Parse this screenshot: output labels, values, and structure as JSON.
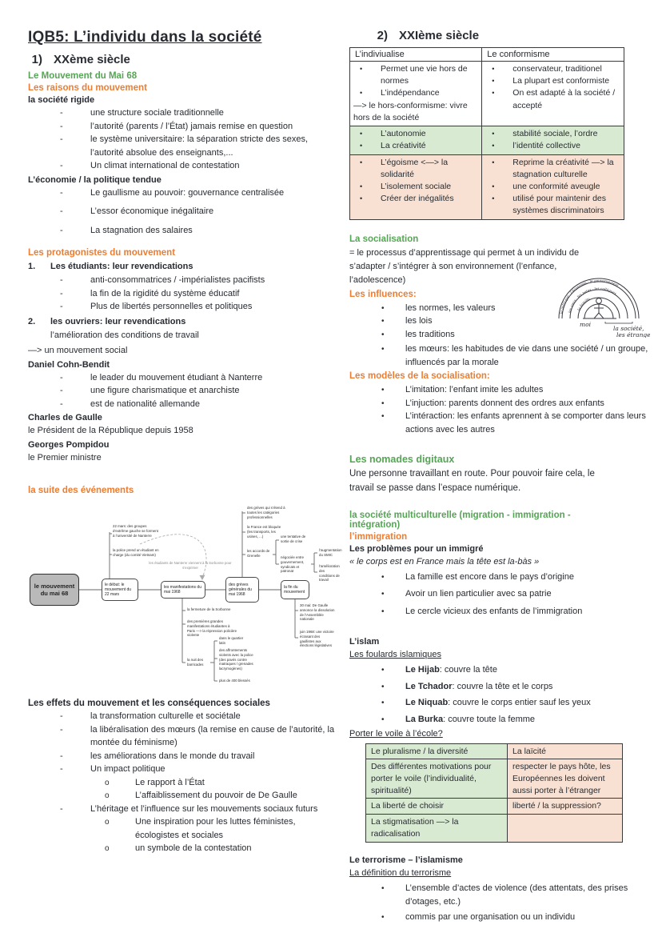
{
  "title": "IQB5: L’individu dans la société",
  "left": {
    "section": {
      "num": "1)",
      "label": "XXème siècle"
    },
    "mai68_heading": "Le Mouvement du Mai 68",
    "raisons_heading": "Les raisons du mouvement",
    "rigide_heading": "la société rigide",
    "rigide_items": [
      "une structure sociale traditionnelle",
      "l’autorité (parents / l’État) jamais remise en question",
      "le système universitaire: la séparation stricte des sexes, l’autorité absolue des enseignants,...",
      "Un climat international de contestation"
    ],
    "economie_heading": "L’économie / la politique tendue",
    "economie_items": [
      "Le gaullisme au pouvoir: gouvernance centralisée",
      "L’essor économique inégalitaire",
      "La stagnation des salaires"
    ],
    "protagonistes_heading": "Les protagonistes du mouvement",
    "etudiants": {
      "num": "1.",
      "title": "Les étudiants: leur revendications",
      "items": [
        "anti-consommatrices / -impérialistes pacifists",
        "la fin de la rigidité du système éducatif",
        "Plus de libertés personnelles et politiques"
      ]
    },
    "ouvriers": {
      "num": "2.",
      "title": "les ouvriers: leur revendications",
      "sub": "l’amélioration des conditions de travail"
    },
    "arrow_social": "—> un mouvement social",
    "cohn": {
      "title": "Daniel Cohn-Bendit",
      "items": [
        "le leader du mouvement étudiant à Nanterre",
        "une figure charismatique et anarchiste",
        "est de nationalité allemande"
      ]
    },
    "gaulle": {
      "title": "Charles de Gaulle",
      "text": "le Président de la République depuis 1958"
    },
    "pompidou": {
      "title": "Georges Pompidou",
      "text": "le Premier ministre"
    },
    "suite_heading": "la suite des événements",
    "diagram": {
      "root": "le mouvement du mai 68",
      "n1": "le début: le mouvement du 22 mars",
      "n1a": "22 mars: des groupes d’extrême gauche se forment à l’université de Nanterre",
      "n1b": "la police prend un étudiant en charge (du comité Vietnam)",
      "note": "les étudiants de Nanterre viennent à la Sorbonne pour s’exprimer",
      "n2": "les manifestations du mai 1968",
      "n2a": "la fermeture de la Sorbonne",
      "n2b": "des premières grandes manifestations étudiantes à Paris —> la répression policière violente",
      "n2c": "la nuit des barricades",
      "n2c1": "dans le quartier latin",
      "n2c2": "des affrontements violents avec la police (des pavés contre matraques / grenades lacrymogènes)",
      "n2c3": "plus de 400 blessés",
      "n3": "des grèves générales du mai 1968",
      "n3a": "des grèves qui s’étend à toutes les catégories professionnelles",
      "n3b": "la France est bloquée (les transports, les usines, ...)",
      "n3c": "les accords de Grenelle",
      "n3c1": "une tentative de sortie de crise",
      "n3c2": "négociée entre gouvernement, syndicats et patronat",
      "n3c2a": "l’augmentation du SMIC",
      "n3c2b": "l’amélioration des conditions de travail",
      "n4": "la fin du mouvement",
      "n4a": "30 mai: De Gaulle annonce la dissolution de l’Assemblée nationale",
      "n4b": "juin 1968: une victoire écrasant des gaullistes aux élections législatives"
    },
    "effets_heading": "Les effets du mouvement et les conséquences sociales",
    "effets_items": [
      {
        "text": "la transformation culturelle et sociétale"
      },
      {
        "text": "la libéralisation des mœurs (la remise en cause de l’autorité, la montée du féminisme)"
      },
      {
        "text": "les améliorations dans le monde du travail"
      },
      {
        "text": "Un impact politique"
      },
      {
        "text": "Le rapport à l’État"
      },
      {
        "text": "L’affaiblissement du pouvoir de De Gaulle"
      },
      {
        "text": "L’héritage et l’influence sur les mouvements sociaux futurs"
      },
      {
        "text": "Une inspiration pour les luttes féministes, écologistes et sociales"
      },
      {
        "text": "un symbole de la contestation"
      }
    ]
  },
  "right": {
    "section": {
      "num": "2)",
      "label": "XXIème siècle"
    },
    "table1": {
      "col1_header": "L’indiviualise",
      "col2_header": "Le conformisme",
      "r1_left_bullets": [
        "Permet une vie hors de normes",
        "L’indépendance"
      ],
      "r1_left_note": "—> le hors-conformisme: vivre hors de la société",
      "r1_right_bullets": [
        "conservateur, traditionel",
        "La plupart est conformiste",
        "On est adapté à la société / accepté"
      ],
      "r2_left_bullets": [
        "L’autonomie",
        "La créativité"
      ],
      "r2_right_bullets": [
        "stabilité sociale, l’ordre",
        "l’identité collective"
      ],
      "r3_left_bullets": [
        "L’égoisme <—> la solidarité",
        "L’isolement sociale",
        "Créer der inégalités"
      ],
      "r3_right_bullets": [
        "Reprime la créativité —> la stagnation culturelle",
        "une conformité aveugle",
        "utilisé pour maintenir des systèmes discriminatoirs"
      ]
    },
    "social_heading": "La socialisation",
    "social_def": "= le processus d’apprentissage qui permet à un individu de s’adapter / s’intégrer à son environnement (l’enfance, l’adolescence)",
    "influences_heading": "Les influences:",
    "influences_items": [
      "les normes, les valeurs",
      "les lois",
      "les traditions",
      "les mœurs: les habitudes de vie dans une société / un groupe, influencés par la morale"
    ],
    "modeles_heading": "Les modèles de la socialisation:",
    "modeles_items": [
      "L’imitation: l’enfant imite les adultes",
      "L’injuction: parents donnent des ordres aux enfants",
      "L’intéraction: les enfants aprennent à se comporter dans leurs actions avec les autres"
    ],
    "sketch": {
      "moi": "moi",
      "societe_1": "la société,",
      "societe_2": "les étrangers",
      "arc_outer": "la politique · l’économie · le gouvernement",
      "arc_mid": "les amis · les potes · les collègues",
      "arc_inner": "la famille"
    },
    "nomades_heading": "Les nomades digitaux",
    "nomades_text": "Une personne travaillant en route. Pour pouvoir faire cela, le travail se passe dans l’espace numérique.",
    "multi_heading": "la société multiculturelle (migration - immigration - intégration)",
    "immigration_heading": "l’immigration",
    "problemes_heading": "Les problèmes pour un immigré",
    "problemes_quote": "« le corps est en France mais la tête est la-bàs »",
    "problemes_items": [
      "La famille est encore dans le pays d’origine",
      "Avoir un lien particulier avec sa patrie",
      "Le cercle vicieux des enfants de l’immigration"
    ],
    "islam_heading": "L’islam",
    "foulards_heading": "Les foulards islamiques",
    "foulards_items": [
      {
        "term": "Le Hijab",
        "rest": ": couvre la tête"
      },
      {
        "term": "Le Tchador",
        "rest": ": couvre la tête et le corps"
      },
      {
        "term": "Le Niquab",
        "rest": ": couvre le corps entier sauf les yeux"
      },
      {
        "term": "La Burka",
        "rest": ": couvre toute la femme"
      }
    ],
    "voile_heading": "Porter le voile à l’école?",
    "table2_rows": [
      {
        "left": "Le pluralisme / la diversité",
        "right": "La laïcité"
      },
      {
        "left": "Des différentes motivations pour porter le voile (l’individualité, spiritualité)",
        "right": "respecter le pays hôte, les Européennes les doivent aussi porter à l’étranger"
      },
      {
        "left": "La liberté de choisir",
        "right": "liberté / la suppression?"
      },
      {
        "left": "La stigmatisation —> la radicalisation",
        "right": ""
      }
    ],
    "terrorisme_heading": "Le terrorisme – l’islamisme",
    "terrorisme_def_heading": "La définition du terrorisme",
    "terrorisme_items": [
      "L’ensemble d’actes de violence (des attentats, des prises d’otages, etc.)",
      "commis par une organisation ou un individu"
    ]
  }
}
